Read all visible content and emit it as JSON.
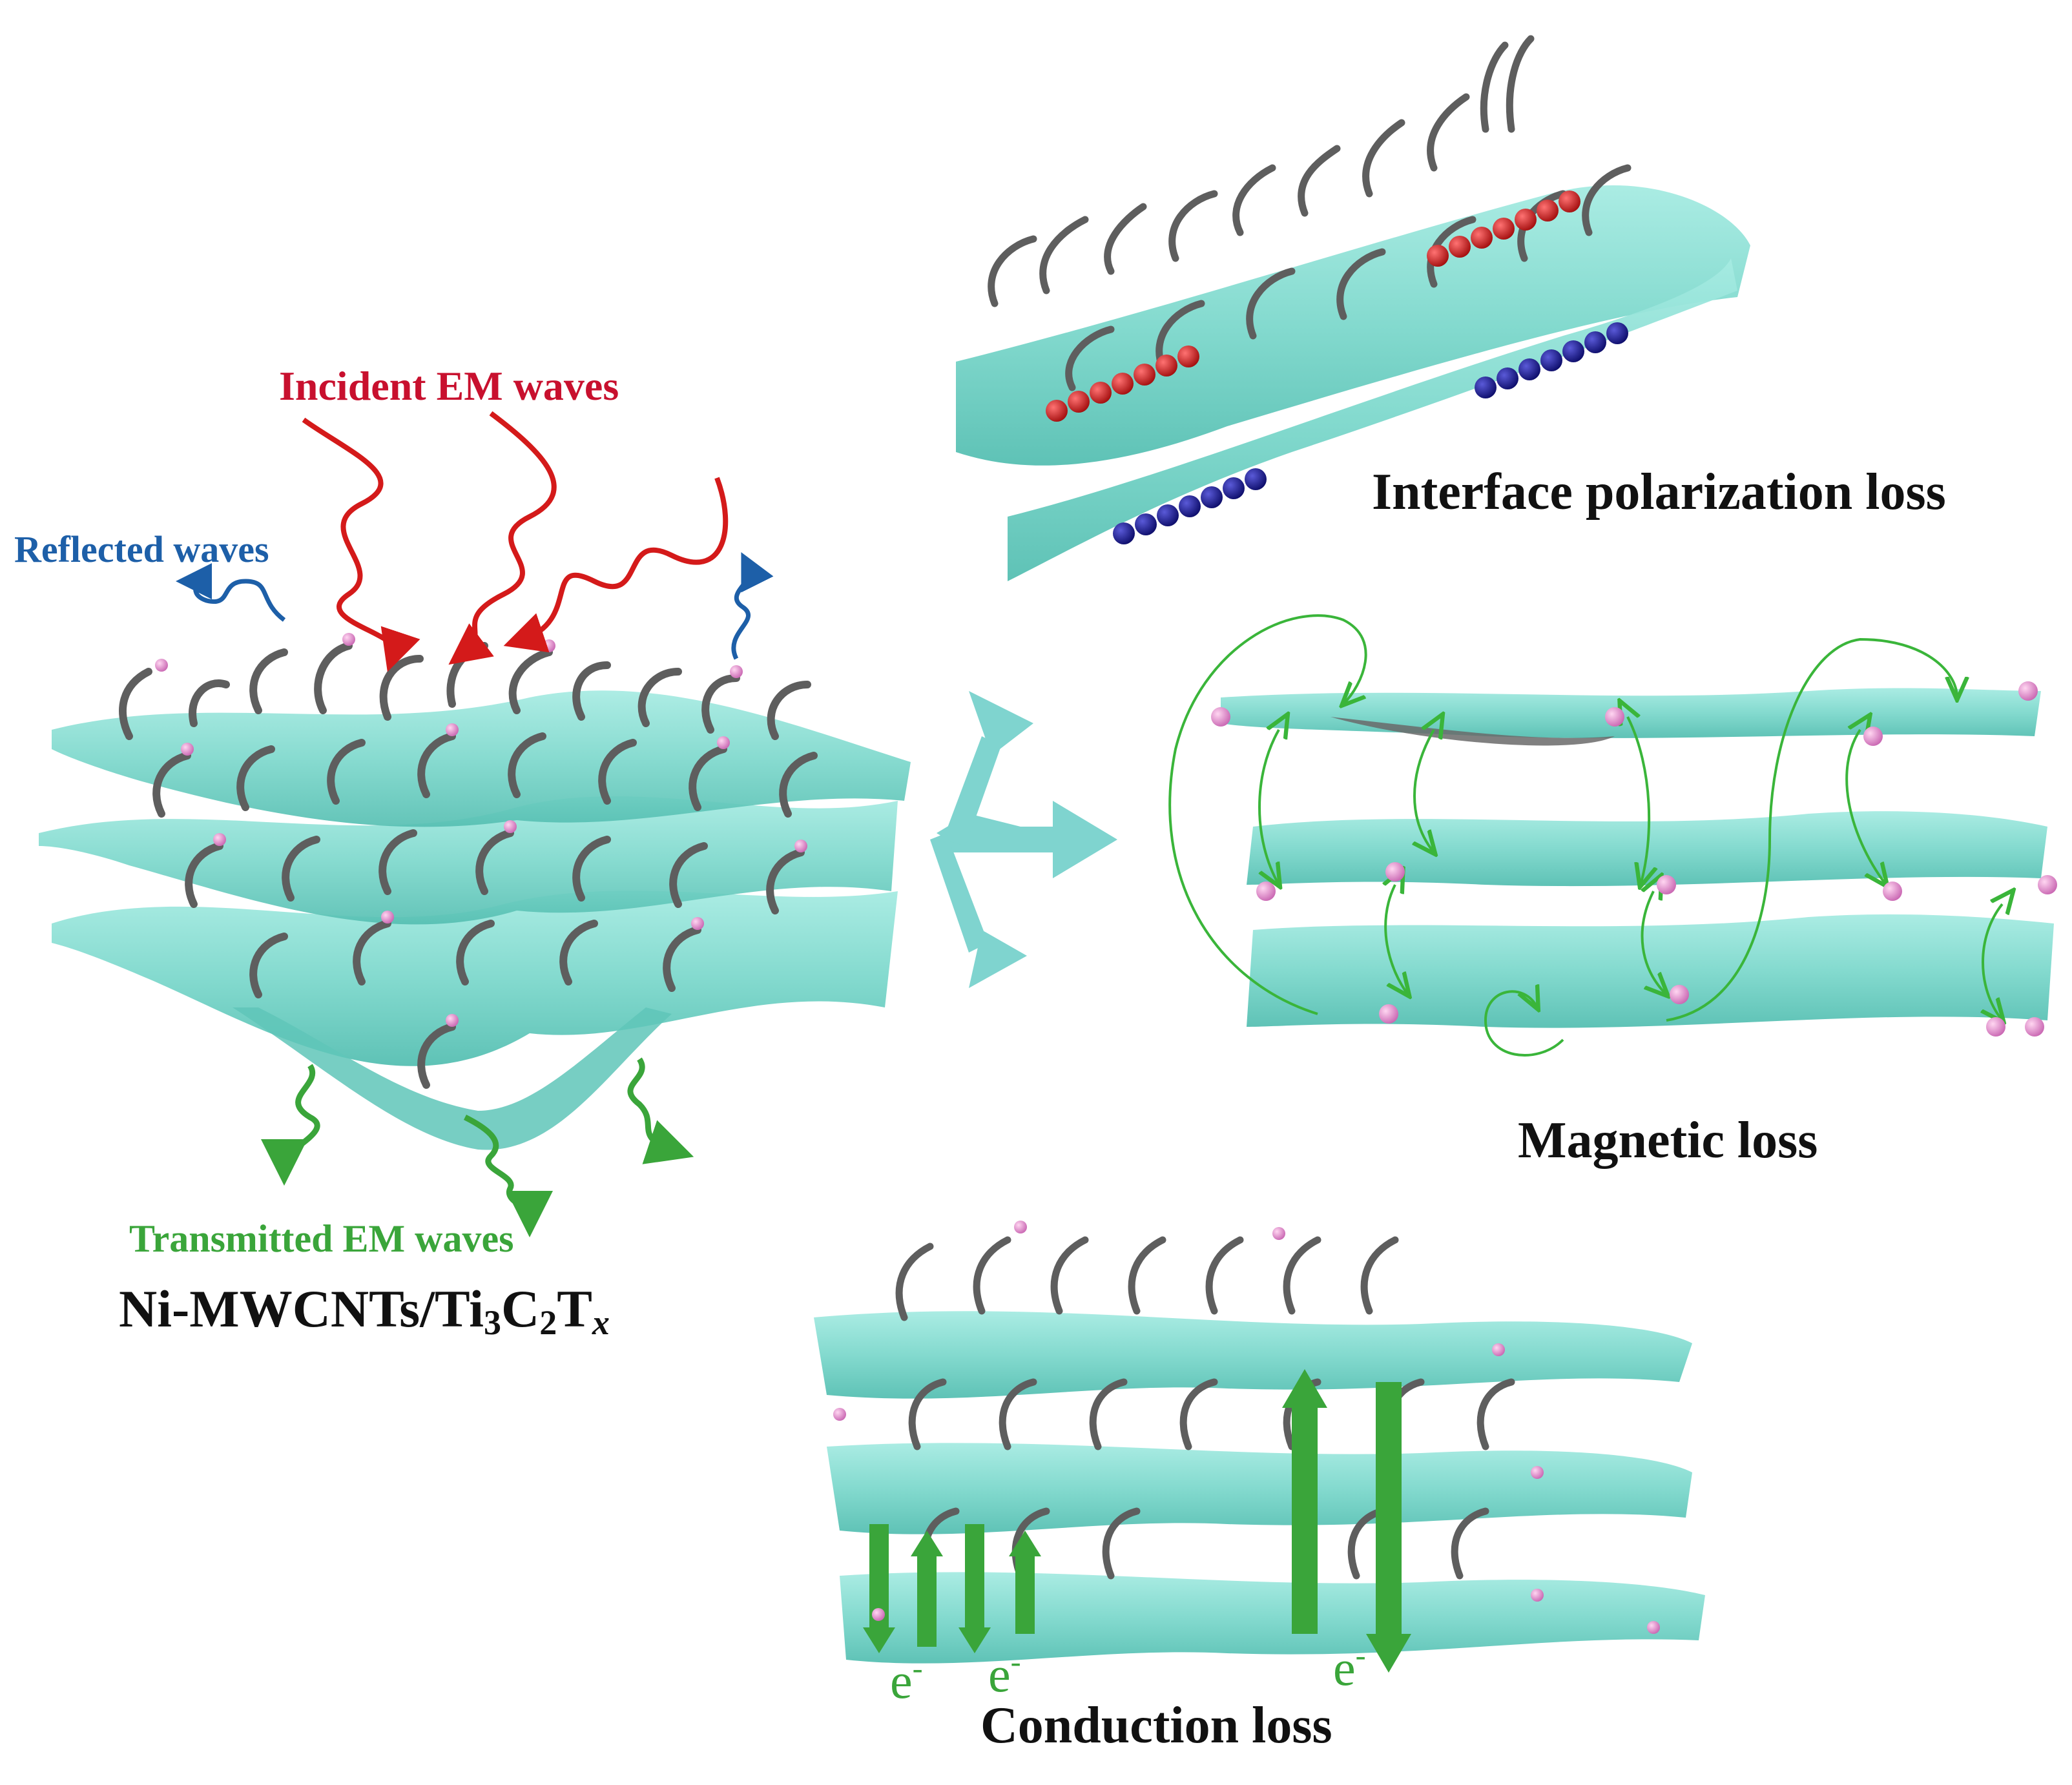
{
  "labels": {
    "incident": "Incident EM waves",
    "reflected": "Reflected waves",
    "transmitted": "Transmitted EM waves",
    "composite_base": "Ni-MWCNTs/Ti",
    "composite_sub1": "3",
    "composite_mid": "C",
    "composite_sub2": "2",
    "composite_t": "T",
    "composite_x": "x",
    "interface": "Interface polarization loss",
    "magnetic": "Magnetic loss",
    "conduction": "Conduction loss",
    "electron": "e",
    "electron_sup": "-"
  },
  "colors": {
    "sheet": "#7dd8cc",
    "sheet_dark": "#4fb8aa",
    "tube": "#5e5e5e",
    "ni_particle": "#e58fd1",
    "incident": "#d41a1a",
    "reflected": "#1d5fa8",
    "transmitted": "#3aa53a",
    "positive_charge": "#c81818",
    "negative_charge": "#1a1a8c",
    "magnetic_loop": "#3ab53a",
    "conduction_arrow": "#3aa53a",
    "hub_arrow": "#7fd4cf"
  }
}
